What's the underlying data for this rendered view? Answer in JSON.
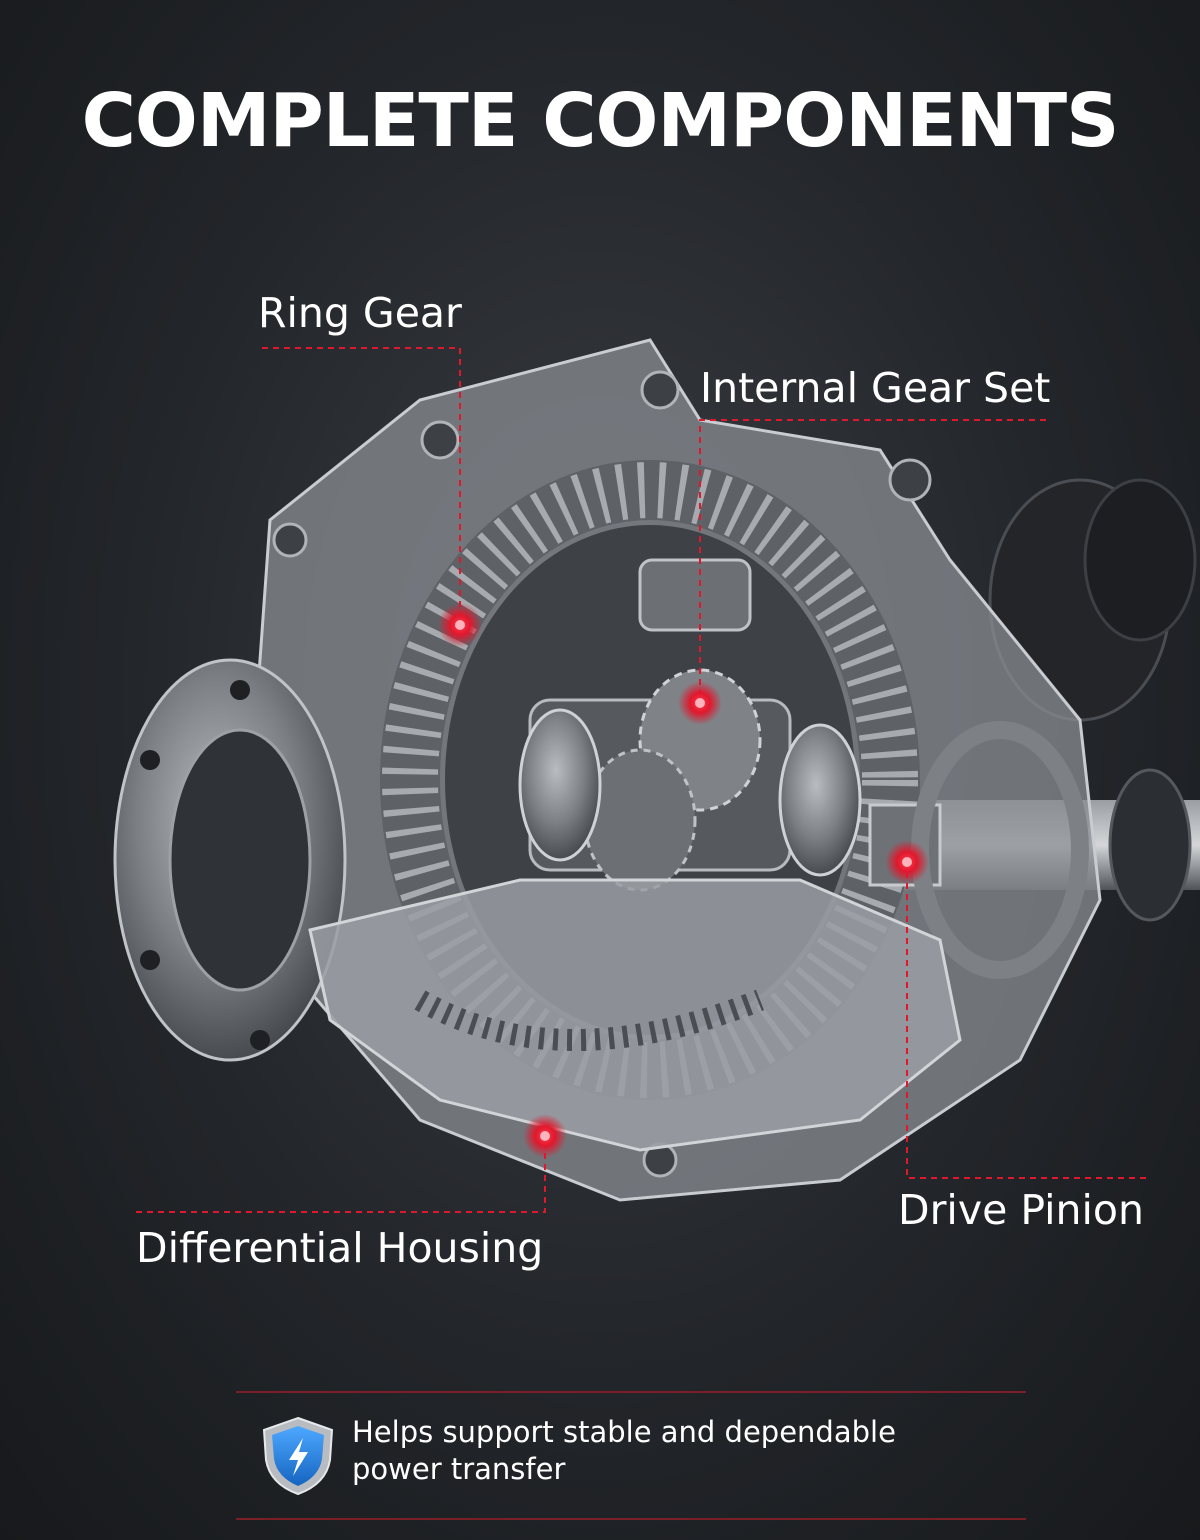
{
  "title": "COMPLETE COMPONENTS",
  "callouts": {
    "ring_gear": "Ring Gear",
    "internal_gear_set": "Internal Gear Set",
    "drive_pinion": "Drive Pinion",
    "differential_housing": "Differential Housing"
  },
  "footer": {
    "line1": "Helps support stable and dependable",
    "line2": "power transfer",
    "icon": "shield-lightning-icon"
  },
  "colors": {
    "accent": "#e0182d",
    "background": "#23262a",
    "text": "#ffffff"
  }
}
